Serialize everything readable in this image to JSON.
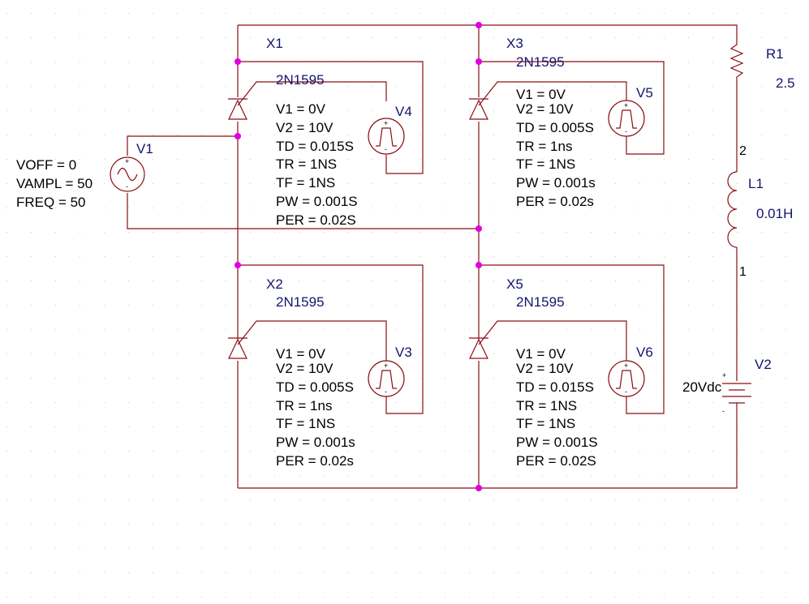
{
  "schematic": {
    "ac_source": {
      "ref": "V1",
      "attributes": [
        "VOFF = 0",
        "VAMPL = 50",
        "FREQ = 50"
      ]
    },
    "thyristors": [
      {
        "id": "x1",
        "ref": "X1",
        "model": "2N1595",
        "gate_source": {
          "ref": "V4",
          "attributes": [
            "V1 = 0V",
            "V2 = 10V",
            "TD = 0.015S",
            "TR = 1NS",
            "TF = 1NS",
            "PW = 0.001S",
            "PER = 0.02S"
          ]
        }
      },
      {
        "id": "x3",
        "ref": "X3",
        "model": "2N1595",
        "gate_source": {
          "ref": "V5",
          "attributes": [
            "V1 = 0V",
            "V2 = 10V",
            "TD = 0.005S",
            "TR = 1ns",
            "TF = 1NS",
            "PW = 0.001s",
            "PER = 0.02s"
          ]
        }
      },
      {
        "id": "x2",
        "ref": "X2",
        "model": "2N1595",
        "gate_source": {
          "ref": "V3",
          "attributes": [
            "V1 = 0V",
            "V2 = 10V",
            "TD = 0.005S",
            "TR = 1ns",
            "TF = 1NS",
            "PW = 0.001s",
            "PER = 0.02s"
          ]
        }
      },
      {
        "id": "x5",
        "ref": "X5",
        "model": "2N1595",
        "gate_source": {
          "ref": "V6",
          "attributes": [
            "V1 = 0V",
            "V2 = 10V",
            "TD = 0.015S",
            "TR = 1NS",
            "TF = 1NS",
            "PW = 0.001S",
            "PER = 0.02S"
          ]
        }
      }
    ],
    "resistor": {
      "ref": "R1",
      "value": "2.5"
    },
    "inductor": {
      "ref": "L1",
      "value": "0.01H",
      "pin_top": "2",
      "pin_bottom": "1"
    },
    "dc_source": {
      "ref": "V2",
      "value": "20Vdc"
    },
    "symbols": {
      "plus": "+",
      "minus": "-"
    },
    "colors": {
      "wire": "#8a0f14",
      "junction": "#e000e0",
      "reference_text": "#14146e",
      "attribute_text": "#000000",
      "grid": "#c8c8c8"
    }
  }
}
